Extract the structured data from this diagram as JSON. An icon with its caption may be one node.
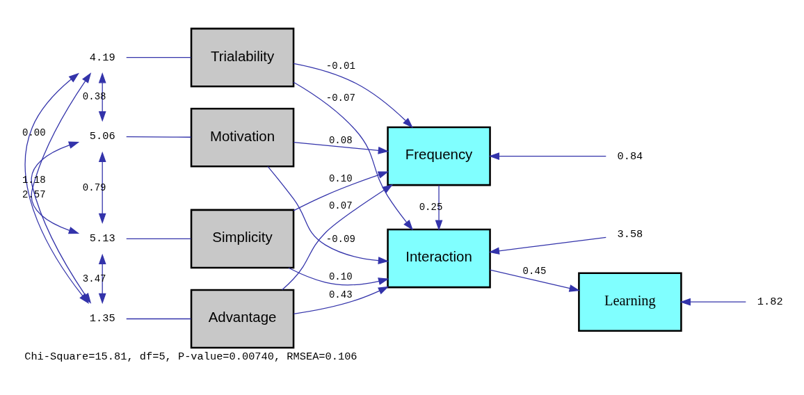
{
  "diagram": {
    "caption": "Chi-Square=15.81, df=5, P-value=0.00740, RMSEA=0.106",
    "nodes": [
      {
        "text": [
          "Trialability"
        ]
      },
      {
        "text": [
          "Advantage"
        ]
      },
      {
        "text": [
          "Simplicity"
        ]
      },
      {
        "text": [
          "Motivation"
        ]
      },
      {
        "text": [
          "Frequency"
        ]
      },
      {
        "text": [
          "Interaction"
        ]
      },
      {
        "text": [
          "Learning"
        ]
      },
      {
        "text": [
          "4.19"
        ]
      },
      {
        "text": [
          "1.35"
        ]
      },
      {
        "text": [
          "5.13"
        ]
      },
      {
        "text": [
          "5.06"
        ]
      },
      {
        "text": [
          "0.84"
        ]
      },
      {
        "text": [
          "3.58"
        ]
      },
      {
        "text": [
          "1.82"
        ]
      }
    ],
    "edges": [
      {
        "from": 7,
        "to": 0,
        "arrow": "none"
      },
      {
        "from": 8,
        "to": 1,
        "arrow": "none"
      },
      {
        "from": 9,
        "to": 2,
        "arrow": "none"
      },
      {
        "from": 10,
        "to": 3,
        "arrow": "none"
      },
      {
        "from": 7,
        "to": 8,
        "arrow": "both",
        "label": "0.00"
      },
      {
        "from": 7,
        "to": 9,
        "arrow": "both",
        "label": "2.57"
      },
      {
        "from": 7,
        "to": 10,
        "arrow": "both",
        "label": "0.38"
      },
      {
        "from": 8,
        "to": 9,
        "arrow": "both",
        "label": "3.47"
      },
      {
        "from": 8,
        "to": 10,
        "arrow": "both",
        "label": "1.18"
      },
      {
        "from": 9,
        "to": 10,
        "arrow": "both",
        "label": "0.79"
      },
      {
        "from": 0,
        "to": 4,
        "arrow": "to",
        "label": "-0.01"
      },
      {
        "from": 0,
        "to": 5,
        "arrow": "to",
        "label": "-0.07"
      },
      {
        "from": 1,
        "to": 4,
        "arrow": "to",
        "label": "0.07"
      },
      {
        "from": 1,
        "to": 5,
        "arrow": "to",
        "label": "0.43"
      },
      {
        "from": 2,
        "to": 4,
        "arrow": "to",
        "label": "0.10"
      },
      {
        "from": 2,
        "to": 5,
        "arrow": "to",
        "label": "0.10"
      },
      {
        "from": 3,
        "to": 4,
        "arrow": "to",
        "label": "0.08"
      },
      {
        "from": 3,
        "to": 5,
        "arrow": "to",
        "label": "-0.09"
      },
      {
        "from": 5,
        "to": 6,
        "arrow": "to",
        "label": "0.45"
      },
      {
        "from": 4,
        "to": 5,
        "arrow": "to",
        "label": "0.25"
      },
      {
        "from": 11,
        "to": 4,
        "arrow": "to"
      },
      {
        "from": 12,
        "to": 5,
        "arrow": "to"
      },
      {
        "from": 13,
        "to": 6,
        "arrow": "to"
      }
    ]
  }
}
